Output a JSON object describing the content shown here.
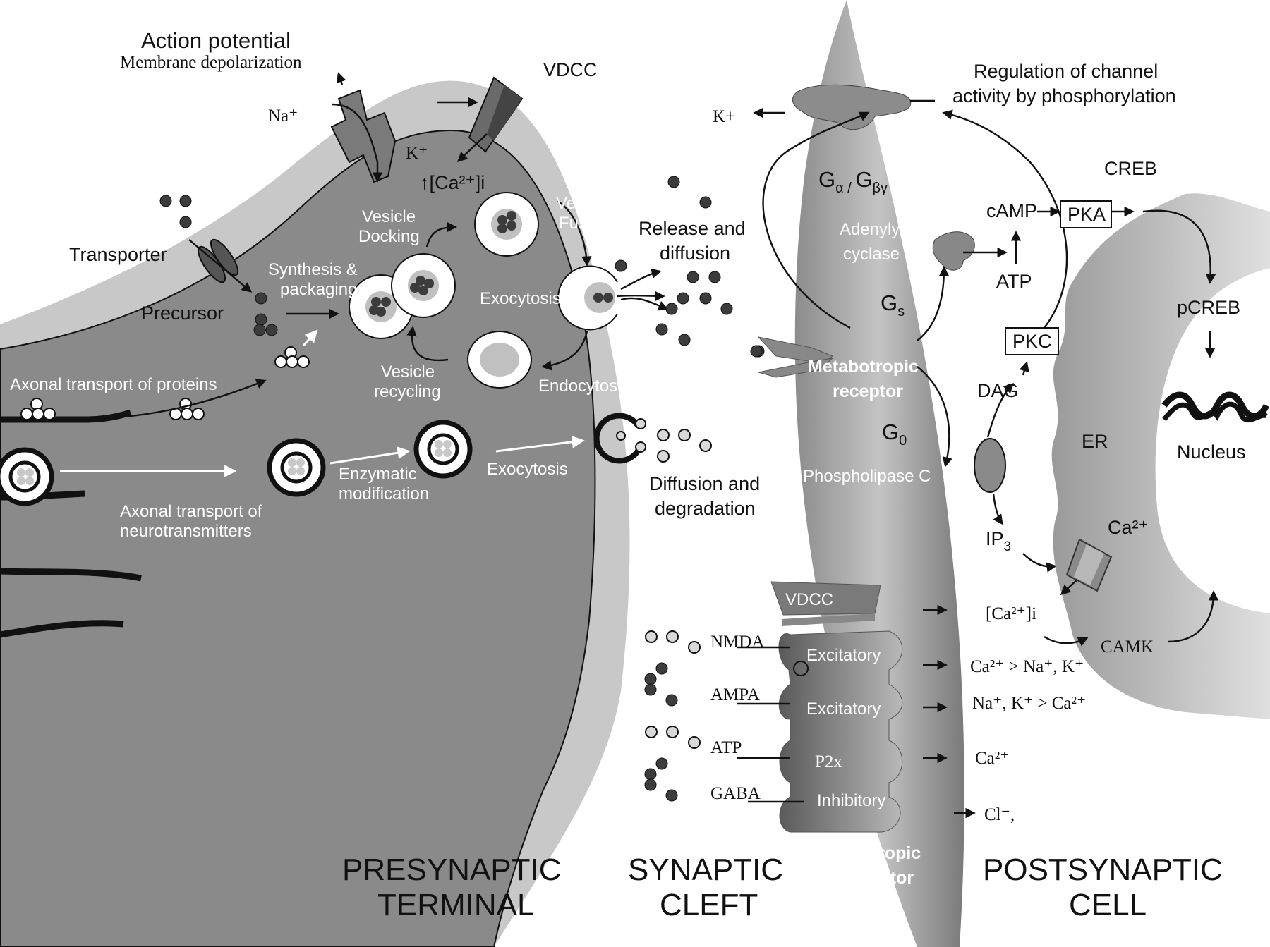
{
  "labels": {
    "action_potential": "Action potential",
    "membrane_depol": "Membrane depolarization",
    "na_plus": "Na⁺",
    "k_plus_pre": "K⁺",
    "ca_i": "↑[Ca²⁺]i",
    "vdcc_top": "VDCC",
    "transporter": "Transporter",
    "precursor": "Precursor",
    "synthesis_1": "Synthesis &",
    "synthesis_2": "packaging",
    "vesicle_docking_1": "Vesicle",
    "vesicle_docking_2": "Docking",
    "vesicle_fusion_1": "Vesicle",
    "vesicle_fusion_2": "Fusion",
    "exocytosis_1": "Exocytosis",
    "vesicle_recycling_1": "Vesicle",
    "vesicle_recycling_2": "recycling",
    "endocytosis": "Endocytosis",
    "axonal_proteins": "Axonal transport of proteins",
    "enzymatic_1": "Enzymatic",
    "enzymatic_2": "modification",
    "exocytosis_2": "Exocytosis",
    "axonal_nt_1": "Axonal transport of",
    "axonal_nt_2": "neurotransmitters",
    "release_1": "Release and",
    "release_2": "diffusion",
    "diffusion_deg_1": "Diffusion and",
    "diffusion_deg_2": "degradation",
    "k_plus_out": "K+",
    "regulation_1": "Regulation of channel",
    "regulation_2": "activity by phosphorylation",
    "g_alpha": "G",
    "g_alpha_sub": "α / ",
    "g_beta": "G",
    "g_beta_sub": "βγ",
    "adenylyl_1": "Adenylyl",
    "adenylyl_2": "cyclase",
    "gs": "G",
    "gs_sub": "s",
    "metabotropic_1": "Metabotropic",
    "metabotropic_2": "receptor",
    "g0": "G",
    "g0_sub": "0",
    "phospholipase": "Phospholipase C",
    "camp": "cAMP",
    "atp_post": "ATP",
    "pka": "PKA",
    "pkc": "PKC",
    "creb": "CREB",
    "pcreb": "pCREB",
    "dag": "DAG",
    "ip3": "IP",
    "ip3_sub": "3",
    "ca_er": "Ca²⁺",
    "er": "ER",
    "nucleus": "Nucleus",
    "vdcc_iono": "VDCC",
    "ca_i_post": "[Ca²⁺]i",
    "camk": "CAMK",
    "nmda": "NMDA",
    "ampa": "AMPA",
    "atp_rec": "ATP",
    "gaba": "GABA",
    "excitatory_1": "Excitatory",
    "excitatory_2": "Excitatory",
    "p2x": "P2x",
    "inhibitory": "Inhibitory",
    "ion_nmda": "Ca²⁺ > Na⁺, K⁺",
    "ion_ampa": "Na⁺, K⁺ > Ca²⁺",
    "ion_p2x": "Ca²⁺",
    "ion_gaba": "Cl⁻,",
    "ionotropic_1": "Ionotropic",
    "ionotropic_2": "receptor",
    "pre_title_1": "PRESYNAPTIC",
    "pre_title_2": "TERMINAL",
    "cleft_title_1": "SYNAPTIC",
    "cleft_title_2": "CLEFT",
    "post_title_1": "POSTSYNAPTIC",
    "post_title_2": "CELL"
  },
  "colors": {
    "cell_dark": "#8a8a8a",
    "cell_halo": "#c8c8c8",
    "membrane": "#a8a8a8",
    "dot_dark": "#3c3c3c",
    "dot_light": "#d8d8d8"
  }
}
